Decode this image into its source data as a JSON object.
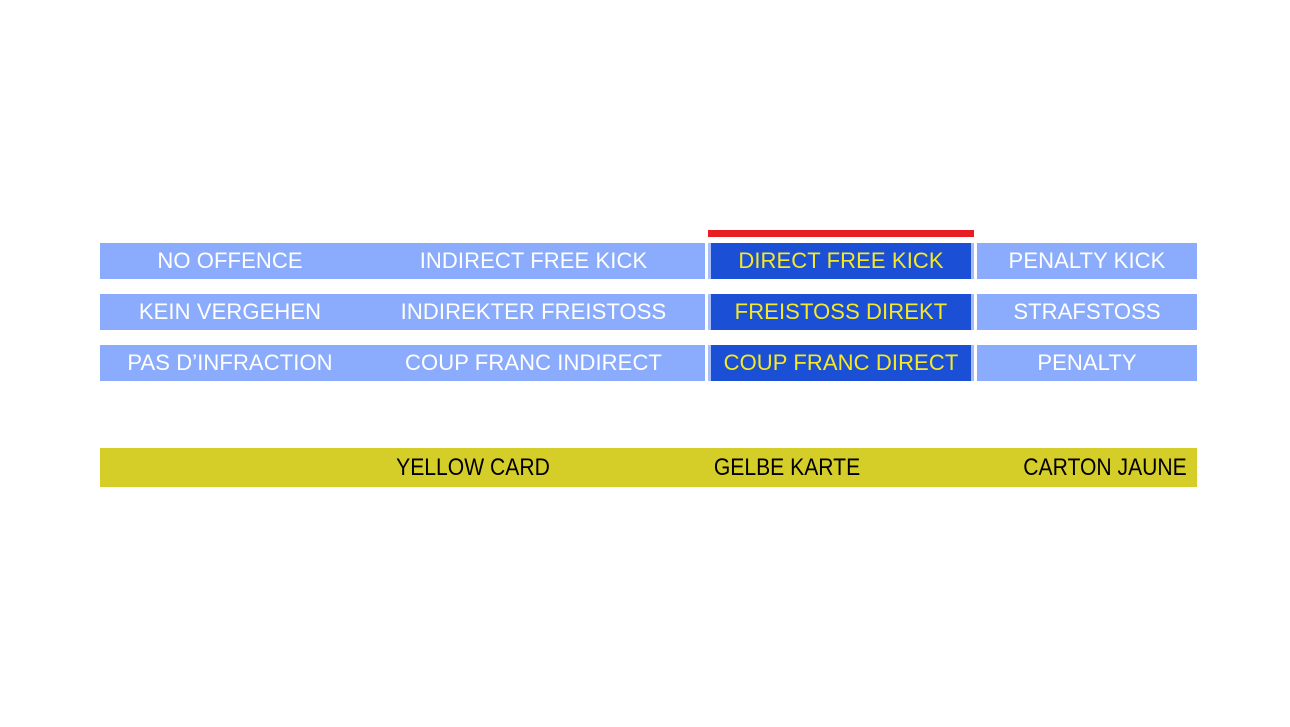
{
  "slide": {
    "background_color": "#ffffff",
    "colors": {
      "cell_default": "#8bacfc",
      "cell_selected": "#1a4fd6",
      "cell_selected_text": "#f5e827",
      "cell_default_text": "#ffffff",
      "marker_red": "#e81c23",
      "sanction_yellow": "#d6ce28",
      "sanction_text": "#000000"
    }
  },
  "decision_table": {
    "columns": [
      "no-offence",
      "indirect-free-kick",
      "direct-free-kick",
      "penalty-kick"
    ],
    "selected_column_index": 2,
    "rows": [
      {
        "language": "en",
        "cells": [
          "NO OFFENCE",
          "INDIRECT FREE KICK",
          "DIRECT FREE KICK",
          "PENALTY KICK"
        ]
      },
      {
        "language": "de",
        "cells": [
          "KEIN VERGEHEN",
          "INDIREKTER FREISTOSS",
          "FREISTOSS DIREKT",
          "STRAFSTOSS"
        ]
      },
      {
        "language": "fr",
        "cells": [
          "PAS D’INFRACTION",
          "COUP FRANC INDIRECT",
          "COUP FRANC DIRECT",
          "PENALTY"
        ]
      }
    ]
  },
  "sanction_bar": {
    "labels": [
      "YELLOW CARD",
      "GELBE KARTE",
      "CARTON JAUNE"
    ]
  }
}
